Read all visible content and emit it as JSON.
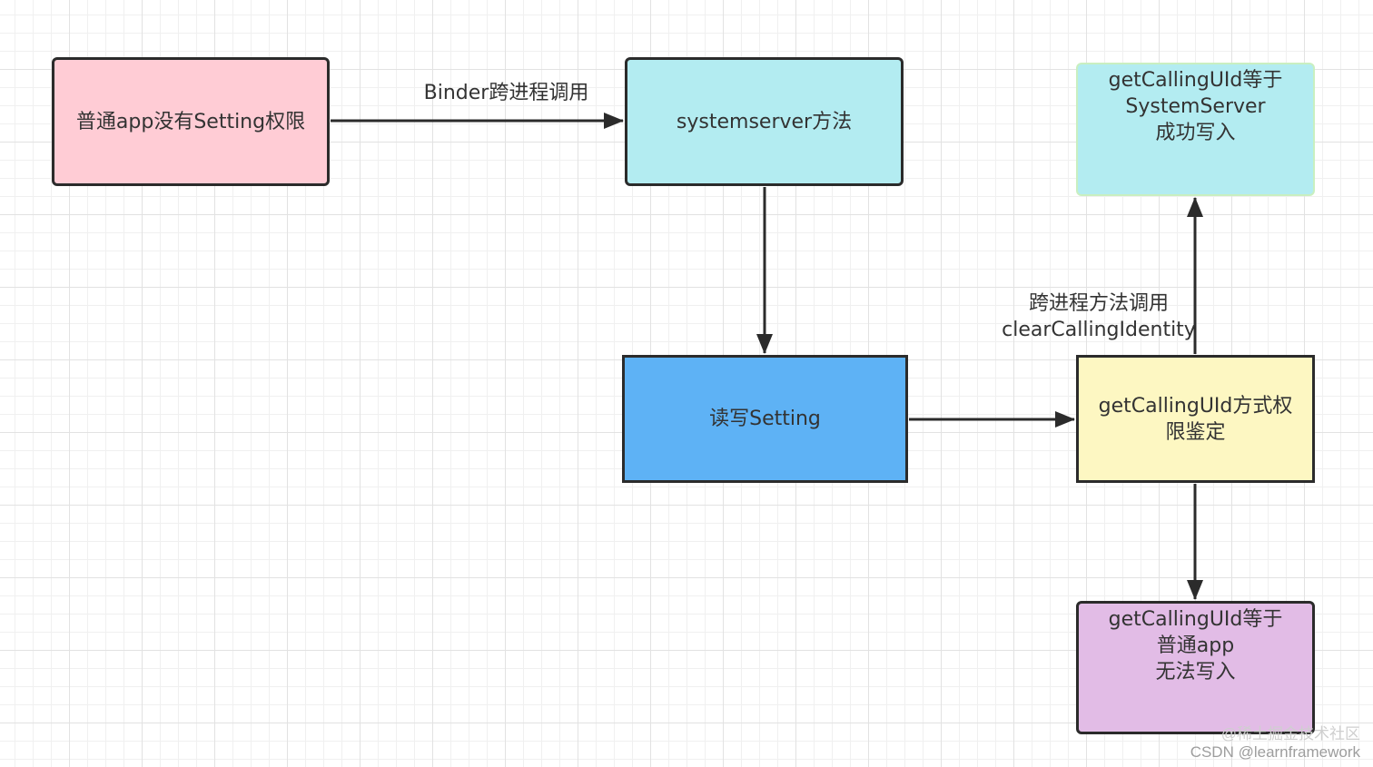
{
  "diagram": {
    "nodes": {
      "app": {
        "text": "普通app没有Setting权限",
        "fill": "#ffccd5"
      },
      "systemserver_method": {
        "text": "systemserver方法",
        "fill": "#b3ecf1"
      },
      "read_write_setting": {
        "text": "读写Setting",
        "fill": "#5eb2f5"
      },
      "uid_check": {
        "text": "getCallingUId方式权\n限鉴定",
        "fill": "#fdf7c2"
      },
      "success": {
        "text": "getCallingUId等于\nSystemServer\n成功写入",
        "fill": "#b3ecf1"
      },
      "failure": {
        "text": "getCallingUId等于\n普通app\n无法写入",
        "fill": "#e2bce6"
      }
    },
    "edges": [
      {
        "from": "app",
        "to": "systemserver_method",
        "label": "Binder跨进程调用"
      },
      {
        "from": "systemserver_method",
        "to": "read_write_setting",
        "label": ""
      },
      {
        "from": "read_write_setting",
        "to": "uid_check",
        "label": ""
      },
      {
        "from": "uid_check",
        "to": "success",
        "label": "跨进程方法调用\nclearCallingIdentity"
      },
      {
        "from": "uid_check",
        "to": "failure",
        "label": ""
      }
    ],
    "edge_color": "#2b2b2b"
  },
  "watermark": {
    "juejin": "@稀土掘金技术社区",
    "csdn": "CSDN @learnframework"
  }
}
